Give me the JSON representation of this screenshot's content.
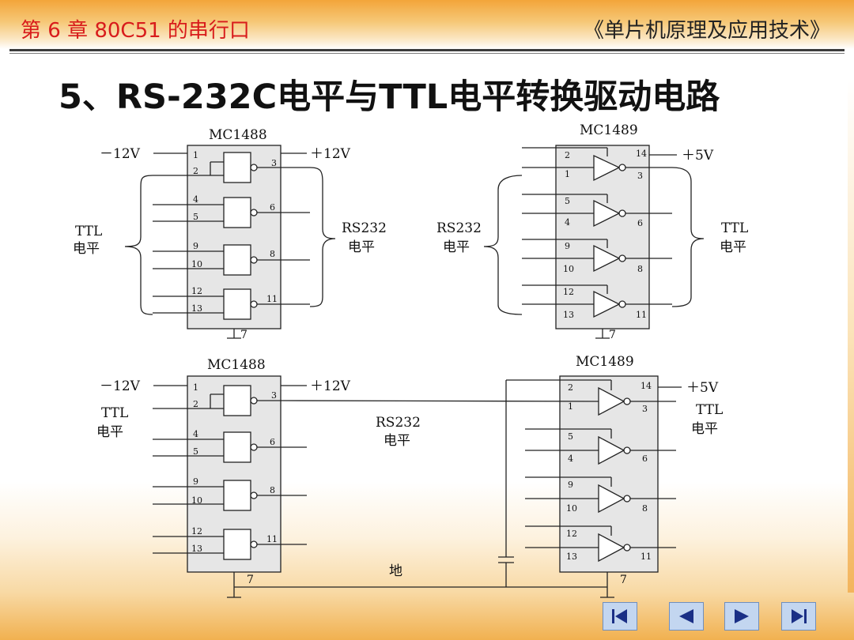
{
  "header": {
    "chapter": "第 6 章  80C51 的串行口",
    "book": "《单片机原理及应用技术》"
  },
  "title": "5、RS-232C电平与TTL电平转换驱动电路",
  "diagram": {
    "top_left": {
      "chip": "MC1488",
      "supply_neg": "－12V",
      "supply_pos": "＋12V",
      "ground_pin": "7",
      "pins": {
        "p1": "1",
        "p2": "2",
        "p3": "3",
        "p4": "4",
        "p5": "5",
        "p6": "6",
        "p9": "9",
        "p10": "10",
        "p8": "8",
        "p12": "12",
        "p13": "13",
        "p11": "11"
      },
      "label_left_1": "TTL",
      "label_left_2": "电平",
      "label_right_1": "RS232",
      "label_right_2": "电平"
    },
    "top_right": {
      "chip": "MC1489",
      "supply_pos": "＋5V",
      "ground_pin": "7",
      "pins": {
        "p2": "2",
        "p14": "14",
        "p1": "1",
        "p3": "3",
        "p5": "5",
        "p4": "4",
        "p6": "6",
        "p9": "9",
        "p10": "10",
        "p8": "8",
        "p12": "12",
        "p13": "13",
        "p11": "11"
      },
      "label_left_1": "RS232",
      "label_left_2": "电平",
      "label_right_1": "TTL",
      "label_right_2": "电平"
    },
    "bottom_left": {
      "chip": "MC1488",
      "supply_neg": "－12V",
      "supply_pos": "＋12V",
      "ground_pin": "7",
      "pins": {
        "p1": "1",
        "p2": "2",
        "p3": "3",
        "p4": "4",
        "p5": "5",
        "p6": "6",
        "p9": "9",
        "p10": "10",
        "p8": "8",
        "p12": "12",
        "p13": "13",
        "p11": "11"
      },
      "label_left_1": "TTL",
      "label_left_2": "电平"
    },
    "bottom_right": {
      "chip": "MC1489",
      "supply_pos": "＋5V",
      "ground_pin": "7",
      "pins": {
        "p2": "2",
        "p14": "14",
        "p1": "1",
        "p3": "3",
        "p5": "5",
        "p4": "4",
        "p6": "6",
        "p9": "9",
        "p10": "10",
        "p8": "8",
        "p12": "12",
        "p13": "13",
        "p11": "11"
      },
      "label_right_1": "TTL",
      "label_right_2": "电平"
    },
    "middle_1": "RS232",
    "middle_2": "电平",
    "ground": "地"
  },
  "nav": {
    "first": "first-page-icon",
    "prev": "previous-page-icon",
    "next": "next-page-icon",
    "last": "last-page-icon"
  },
  "colors": {
    "accent_red": "#d81c1c",
    "chip_fill": "#e8e8e8",
    "band_orange": "#f1b150",
    "nav_fill": "#c3d6f0",
    "nav_arrow": "#1a2f86"
  }
}
